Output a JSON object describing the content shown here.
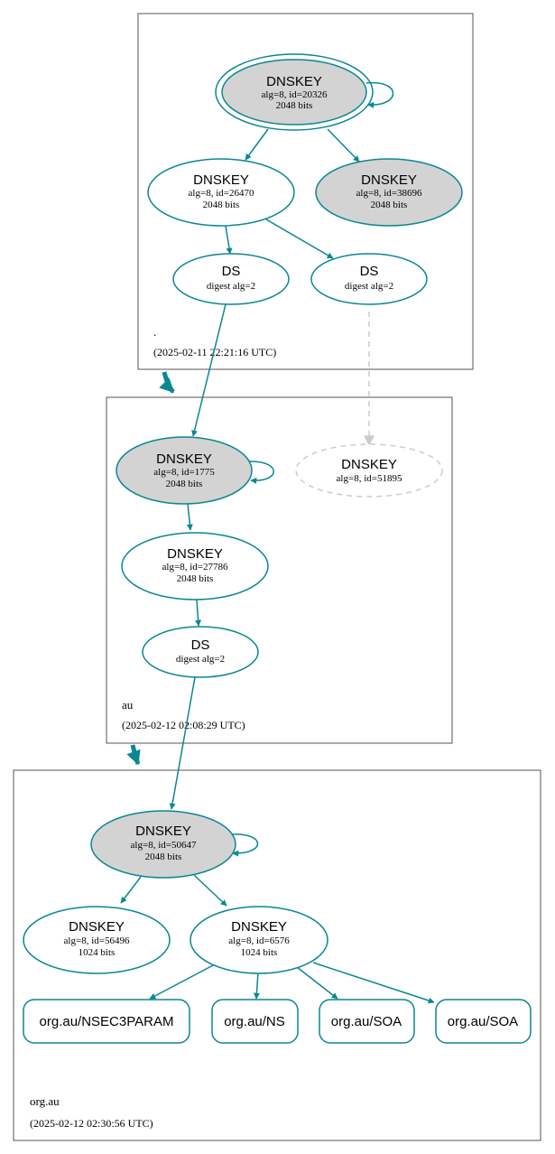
{
  "colors": {
    "edge": "#0a8793",
    "key_fill": "#d3d3d3",
    "dashed": "#cccccc",
    "box": "#555555"
  },
  "zones": {
    "root": {
      "name": ".",
      "timestamp": "(2025-02-11 22:21:16 UTC)"
    },
    "au": {
      "name": "au",
      "timestamp": "(2025-02-12 02:08:29 UTC)"
    },
    "orgau": {
      "name": "org.au",
      "timestamp": "(2025-02-12 02:30:56 UTC)"
    }
  },
  "nodes": {
    "root_ksk": {
      "title": "DNSKEY",
      "line1": "alg=8, id=20326",
      "line2": "2048 bits"
    },
    "root_zsk1": {
      "title": "DNSKEY",
      "line1": "alg=8, id=26470",
      "line2": "2048 bits"
    },
    "root_zsk2": {
      "title": "DNSKEY",
      "line1": "alg=8, id=38696",
      "line2": "2048 bits"
    },
    "root_ds1": {
      "title": "DS",
      "line1": "digest alg=2"
    },
    "root_ds2": {
      "title": "DS",
      "line1": "digest alg=2"
    },
    "au_ksk": {
      "title": "DNSKEY",
      "line1": "alg=8, id=1775",
      "line2": "2048 bits"
    },
    "au_missing": {
      "title": "DNSKEY",
      "line1": "alg=8, id=51895"
    },
    "au_zsk": {
      "title": "DNSKEY",
      "line1": "alg=8, id=27786",
      "line2": "2048 bits"
    },
    "au_ds": {
      "title": "DS",
      "line1": "digest alg=2"
    },
    "org_ksk": {
      "title": "DNSKEY",
      "line1": "alg=8, id=50647",
      "line2": "2048 bits"
    },
    "org_zsk1": {
      "title": "DNSKEY",
      "line1": "alg=8, id=56496",
      "line2": "1024 bits"
    },
    "org_zsk2": {
      "title": "DNSKEY",
      "line1": "alg=8, id=6576",
      "line2": "1024 bits"
    },
    "rr_nsec3param": {
      "title": "org.au/NSEC3PARAM"
    },
    "rr_ns": {
      "title": "org.au/NS"
    },
    "rr_soa1": {
      "title": "org.au/SOA"
    },
    "rr_soa2": {
      "title": "org.au/SOA"
    }
  }
}
